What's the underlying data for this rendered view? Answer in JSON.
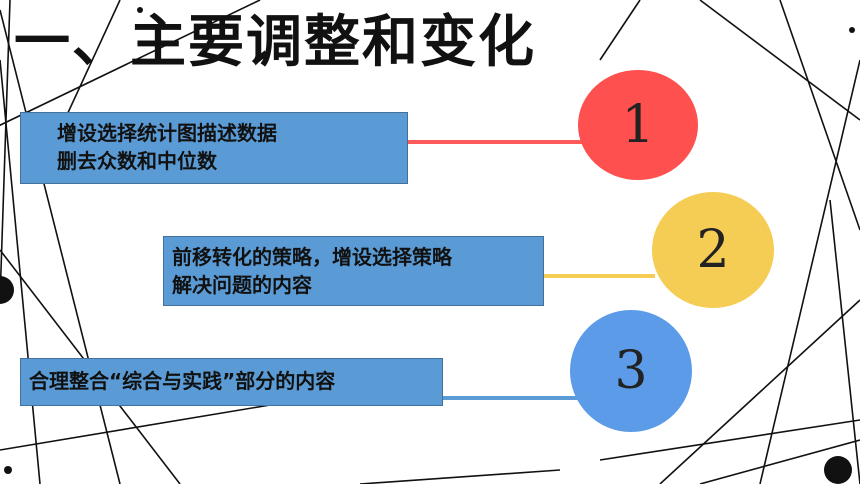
{
  "title": "一、主要调整和变化",
  "items": [
    {
      "number": "1",
      "lines": [
        "增设选择统计图描述数据",
        "删去众数和中位数"
      ],
      "color": "#ff5050"
    },
    {
      "number": "2",
      "lines": [
        "前移转化的策略，增设选择策略",
        "解决问题的内容"
      ],
      "color": "#f5cd55"
    },
    {
      "number": "3",
      "lines": [
        "合理整合“综合与实践”部分的内容"
      ],
      "color": "#5b9be8"
    }
  ]
}
